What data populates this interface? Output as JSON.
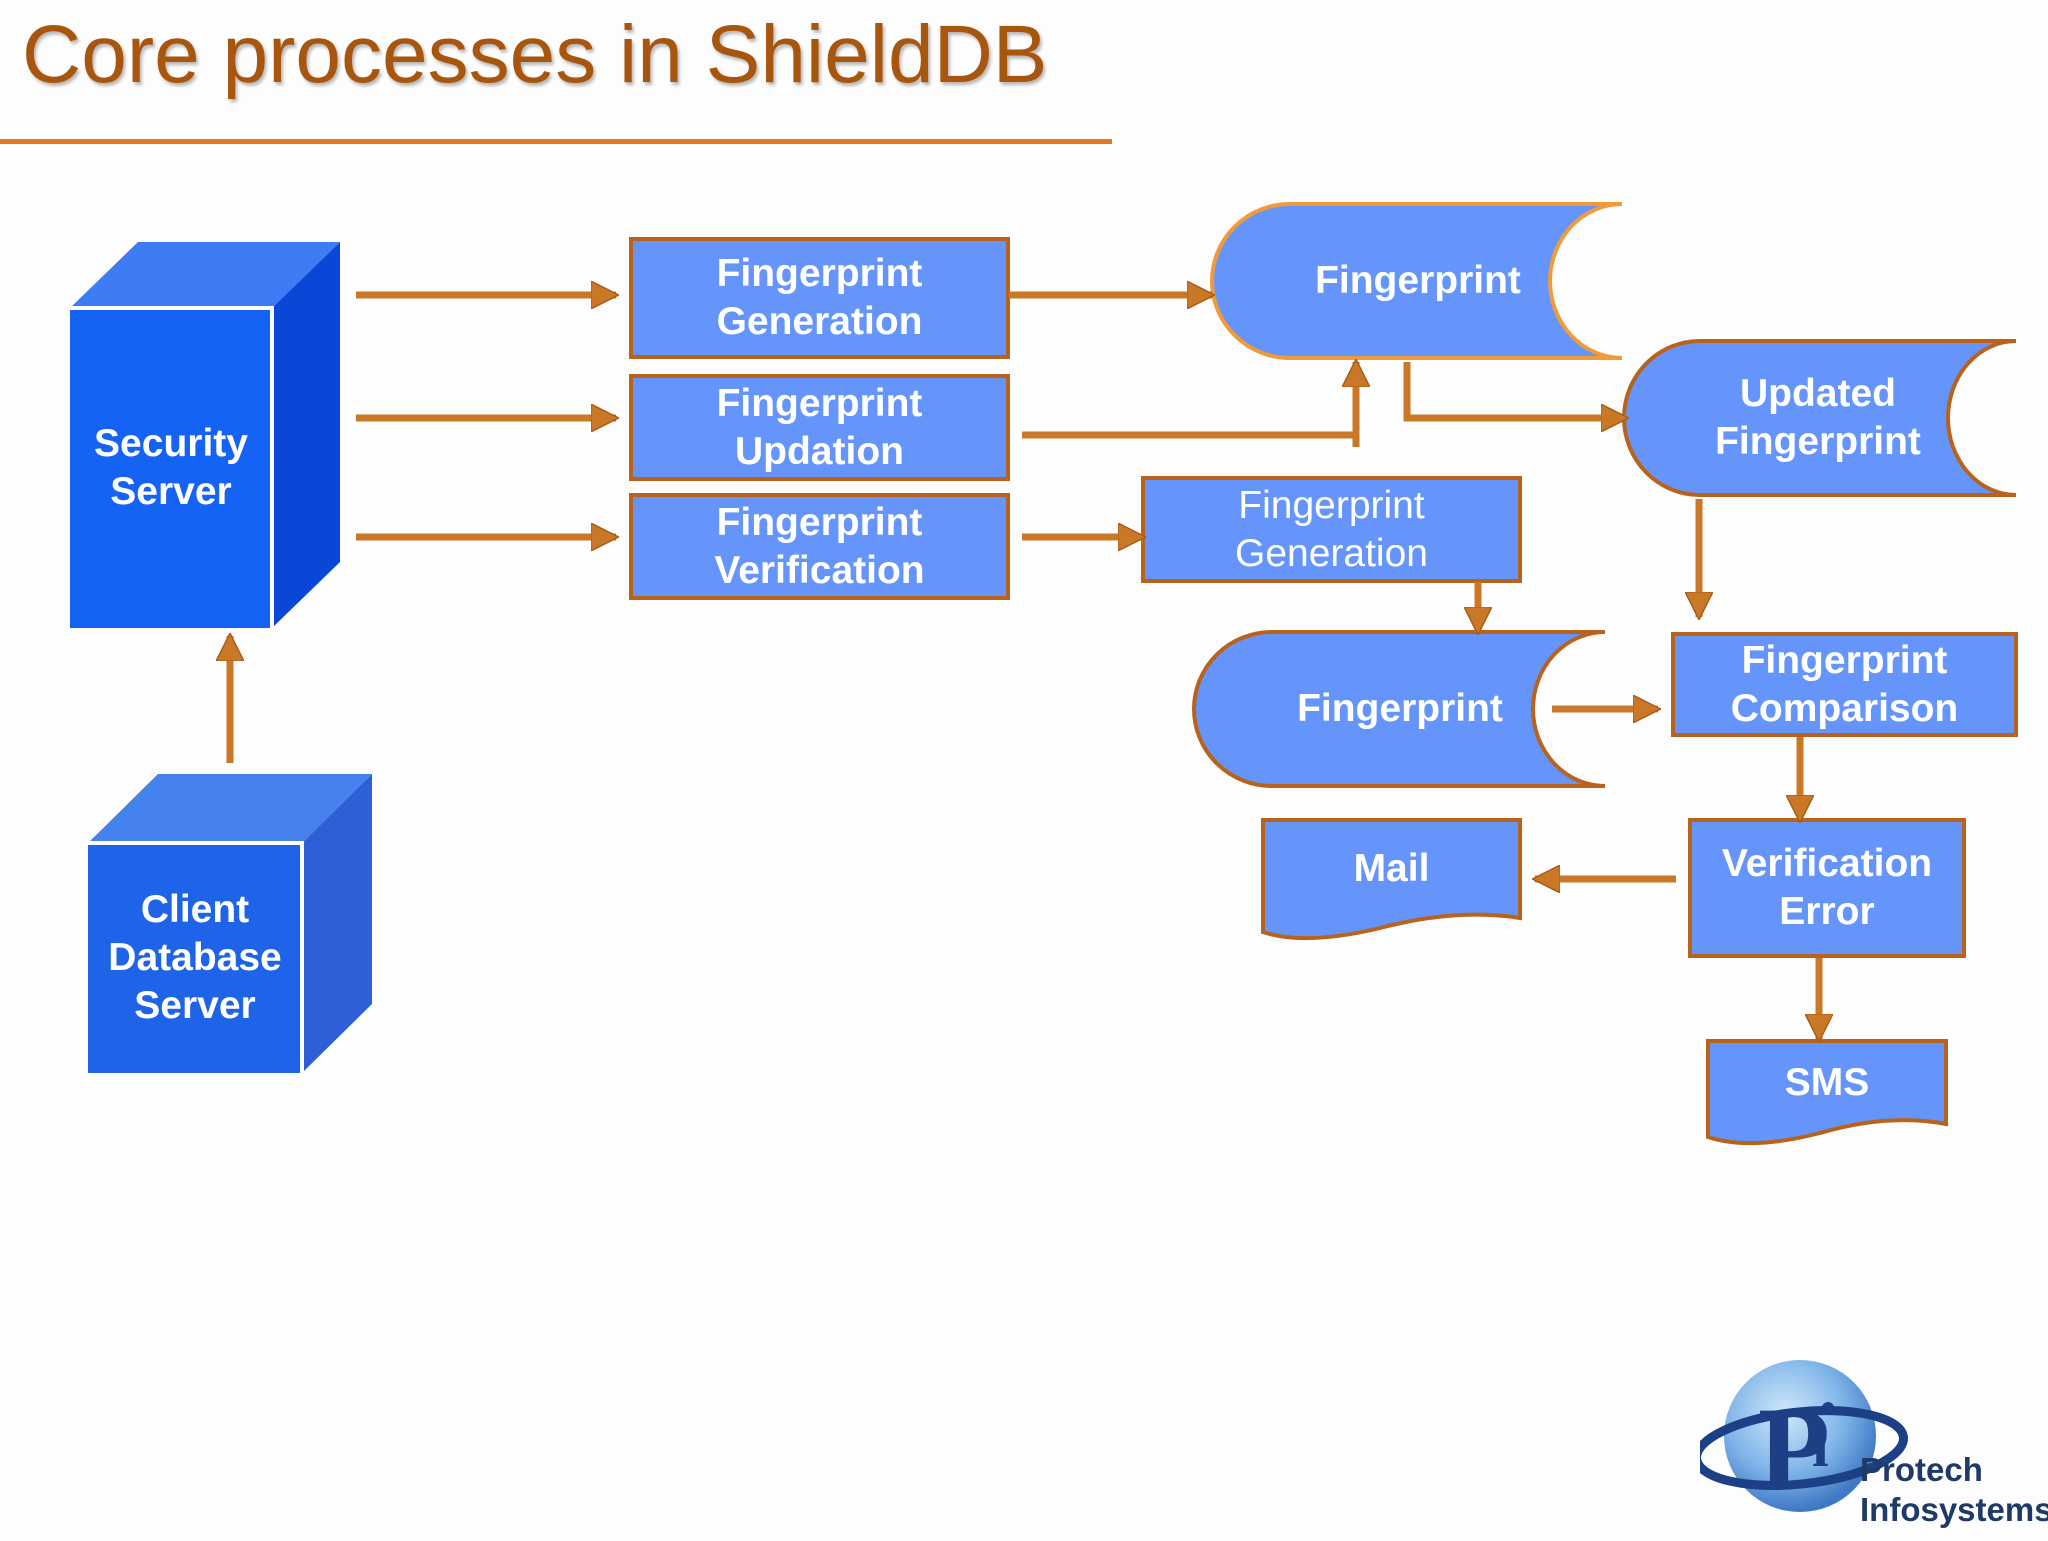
{
  "title": "Core processes in ShieldDB",
  "colors": {
    "title": "#a8560e",
    "rule": "#e8781f",
    "arrow": "#c97828",
    "box_fill": "#6595fa",
    "box_border": "#b8621c",
    "server_front": "#1463f5",
    "server_top": "#3d7cf5",
    "server_side": "#0a47d6",
    "client_front": "#1f63e8",
    "client_top": "#4682ee",
    "client_side": "#2e5fd6"
  },
  "nodes": {
    "security_server": "Security\nServer",
    "client_db_server": "Client\nDatabase\nServer",
    "fp_generation": "Fingerprint\nGeneration",
    "fp_updation": "Fingerprint\nUpdation",
    "fp_verification": "Fingerprint\nVerification",
    "fp_store_top": "Fingerprint",
    "updated_fp": "Updated\nFingerprint",
    "fp_generation_2": "Fingerprint\nGeneration",
    "fp_store_mid": "Fingerprint",
    "fp_comparison": "Fingerprint\nComparison",
    "mail": "Mail",
    "verification_error": "Verification\nError",
    "sms": "SMS"
  },
  "logo": {
    "icon": "pi-globe-logo",
    "line1": "Protech",
    "line2": "Infosystems"
  }
}
